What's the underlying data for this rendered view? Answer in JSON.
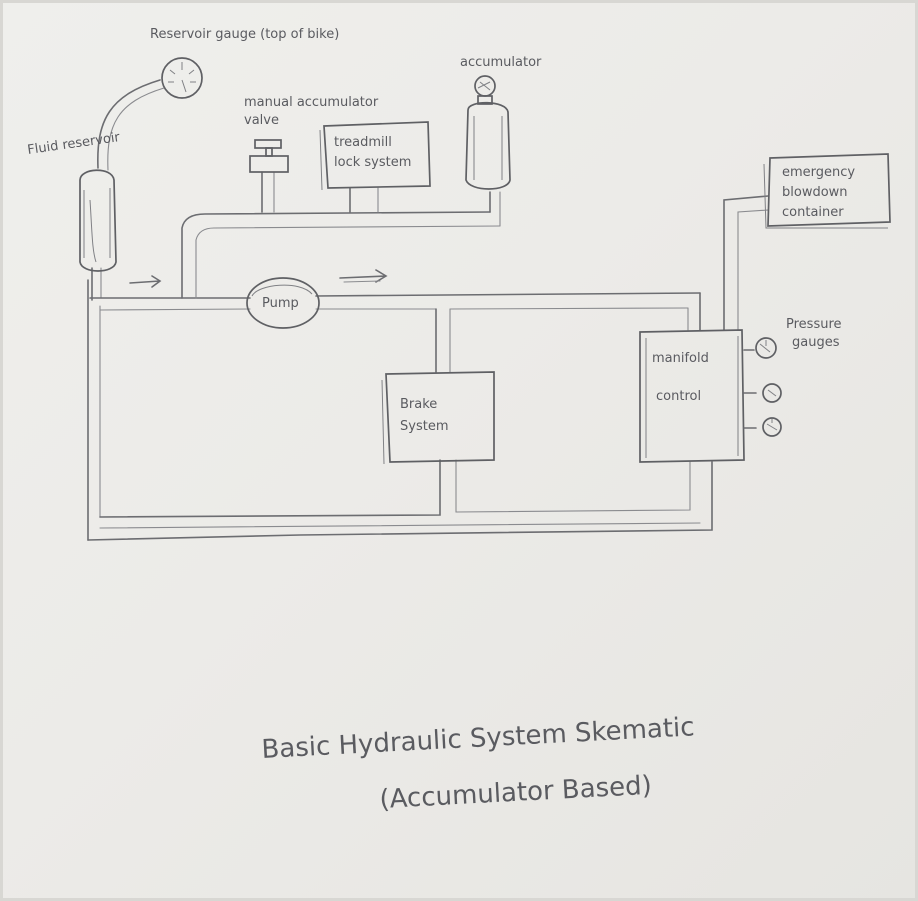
{
  "diagram": {
    "title_line1": "Basic Hydraulic System Skematic",
    "title_line2": "(Accumulator Based)",
    "labels": {
      "reservoir_gauge": "Reservoir gauge (top of bike)",
      "fluid_reservoir": "Fluid reservoir",
      "manual_valve_line1": "manual accumulator",
      "manual_valve_line2": "valve",
      "treadmill_line1": "treadmill",
      "treadmill_line2": "lock system",
      "accumulator": "accumulator",
      "emergency_line1": "emergency",
      "emergency_line2": "blowdown",
      "emergency_line3": "container",
      "pump": "Pump",
      "brake_line1": "Brake",
      "brake_line2": "System",
      "manifold_line1": "manifold",
      "manifold_line2": "control",
      "pressure_line1": "Pressure",
      "pressure_line2": "gauges"
    },
    "ink_color": "#5a5b60",
    "paper_color": "#ecebe8"
  }
}
